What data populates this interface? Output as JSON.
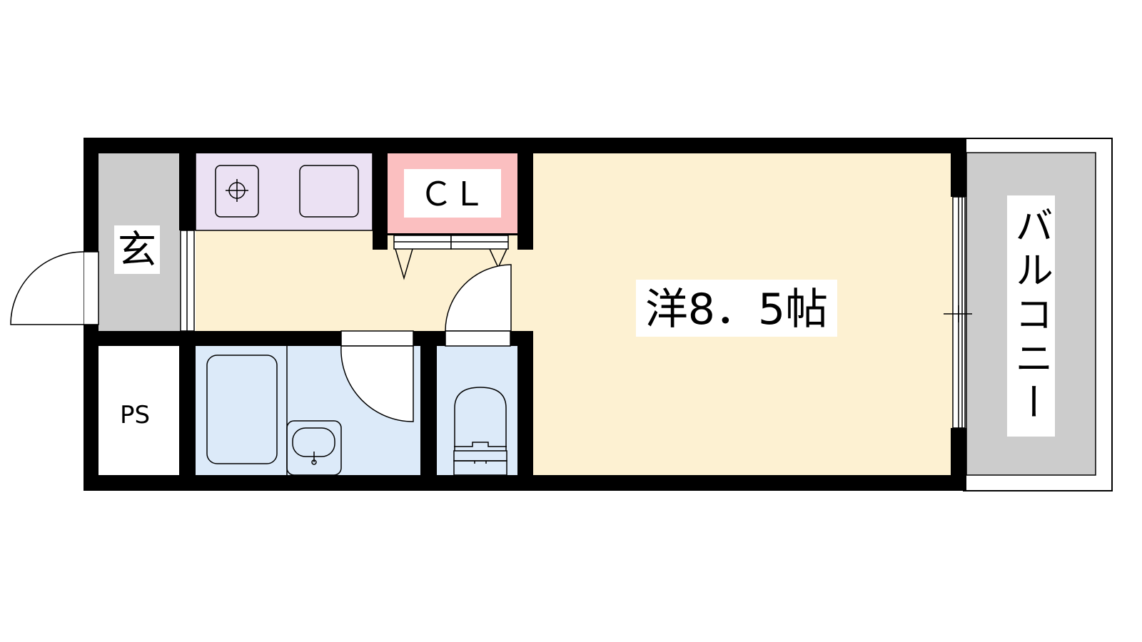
{
  "labels": {
    "entrance": "玄",
    "closet": "ＣＬ",
    "room": "洋8．5帖",
    "balcony": "バルコニー",
    "ps": "PS"
  },
  "colors": {
    "wall": "#000000",
    "entrance_floor": "#cccccc",
    "kitchen_counter": "#ebe1f3",
    "closet": "#fbbfc0",
    "room_floor": "#fdf1d2",
    "wet_area": "#dceaf9",
    "balcony_floor": "#cccccc",
    "ps_floor": "#ffffff"
  }
}
